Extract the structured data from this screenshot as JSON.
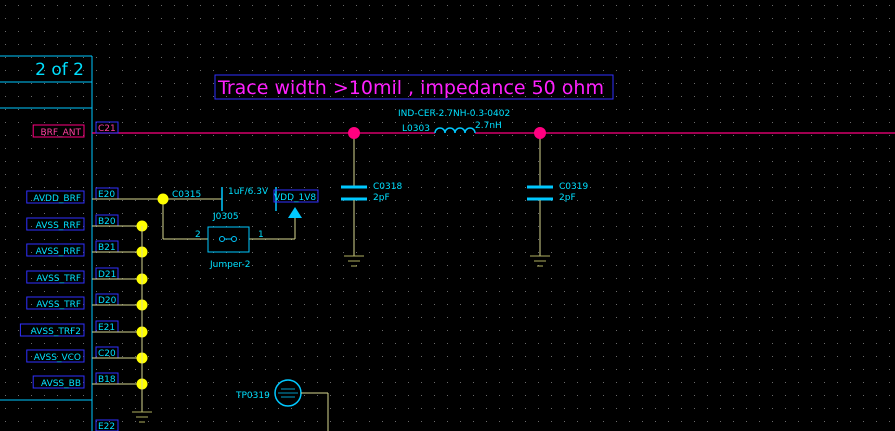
{
  "sheet": {
    "label": "2 of 2"
  },
  "note": {
    "text": "Trace width >10mil , impedance 50 ohm"
  },
  "colors": {
    "background": "#000000",
    "grid_dot": "#6a6a6a",
    "net_rf": "#ff0080",
    "net_power": "#ffff00",
    "wire": "#d8d890",
    "part": "#00c8ff",
    "text_part": "#00e0ff",
    "label_box": "#3030ff",
    "ground": "#b0b060"
  },
  "pins": [
    {
      "name": "BRF_ANT",
      "number": "C21"
    },
    {
      "name": "AVDD_BRF",
      "number": "E20"
    },
    {
      "name": "AVSS_RRF",
      "number": "B20"
    },
    {
      "name": "AVSS_RRF",
      "number": "B21"
    },
    {
      "name": "AVSS_TRF",
      "number": "D21"
    },
    {
      "name": "AVSS_TRF",
      "number": "D20"
    },
    {
      "name": "AVSS_TRF2",
      "number": "E21"
    },
    {
      "name": "AVSS_VCO",
      "number": "C20"
    },
    {
      "name": "AVSS_BB",
      "number": "B18"
    },
    {
      "name": "",
      "number": "E22"
    }
  ],
  "inductor": {
    "footprint": "IND-CER-2.7NH-0.3-0402",
    "ref": "L0303",
    "value": "2.7nH"
  },
  "capacitors": [
    {
      "ref": "C0318",
      "value": "2pF"
    },
    {
      "ref": "C0319",
      "value": "2pF"
    },
    {
      "ref": "C0315",
      "value": "1uF/6.3V"
    }
  ],
  "jumper": {
    "ref": "J0305",
    "type": "Jumper-2",
    "pin_left": "2",
    "pin_right": "1"
  },
  "power": {
    "net": "VDD_1V8"
  },
  "testpoint": {
    "ref": "TP0319"
  }
}
